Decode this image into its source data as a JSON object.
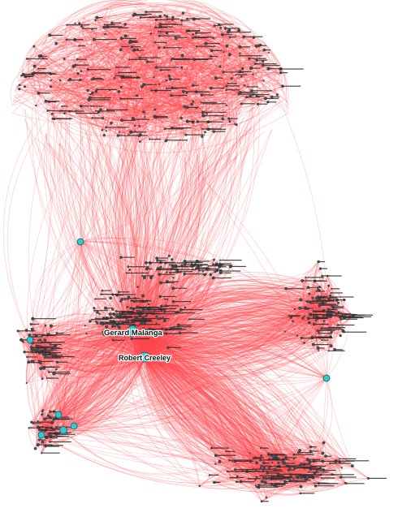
{
  "colors": {
    "background": "#ffffff",
    "edge": "#ff4a4f",
    "node": "#3d4a4f",
    "hub_fill": "#36c6cf",
    "hub_stroke": "#1d6f78",
    "label": "#111111"
  },
  "graph": {
    "hubs": [
      {
        "id": "gerard-malanga",
        "label": "Gerard Malanga",
        "degree": "high"
      },
      {
        "id": "robert-creeley",
        "label": "Robert Creeley",
        "degree": "high"
      },
      {
        "id": "hub-upper-left",
        "label": "",
        "degree": "medium"
      },
      {
        "id": "hub-left",
        "label": "",
        "degree": "medium"
      },
      {
        "id": "hub-right",
        "label": "",
        "degree": "medium"
      },
      {
        "id": "hub-lower-left-1",
        "label": "",
        "degree": "medium"
      },
      {
        "id": "hub-lower-left-2",
        "label": "",
        "degree": "medium"
      },
      {
        "id": "hub-lower-left-3",
        "label": "",
        "degree": "medium"
      },
      {
        "id": "hub-lower-left-4",
        "label": "",
        "degree": "medium"
      }
    ],
    "clusters": [
      {
        "id": "top-cluster",
        "density": "very-high"
      },
      {
        "id": "center-cluster",
        "density": "very-high"
      },
      {
        "id": "right-cluster",
        "density": "high"
      },
      {
        "id": "bottom-cluster",
        "density": "high"
      },
      {
        "id": "left-cluster",
        "density": "medium"
      }
    ]
  }
}
